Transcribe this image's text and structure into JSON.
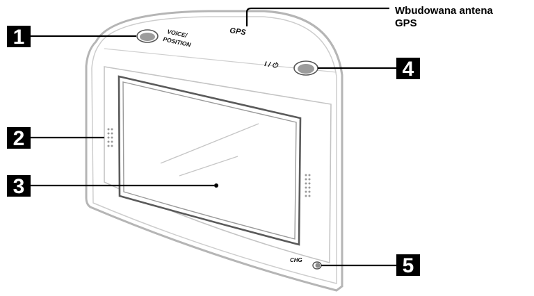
{
  "device_labels": {
    "voice_position_line1": "VOICE/",
    "voice_position_line2": "POSITION",
    "gps": "GPS",
    "power": "I / ⏻",
    "chg": "CHG"
  },
  "caption": {
    "antenna_line1": "Wbudowana antena",
    "antenna_line2": "GPS"
  },
  "callouts": [
    {
      "number": "1",
      "target": "voice-position-button"
    },
    {
      "number": "2",
      "target": "speaker-left"
    },
    {
      "number": "3",
      "target": "screen"
    },
    {
      "number": "4",
      "target": "power-button"
    },
    {
      "number": "5",
      "target": "charge-indicator"
    }
  ],
  "colors": {
    "outline": "#b8b8b8",
    "callout_box": "#000000",
    "callout_text": "#ffffff"
  }
}
